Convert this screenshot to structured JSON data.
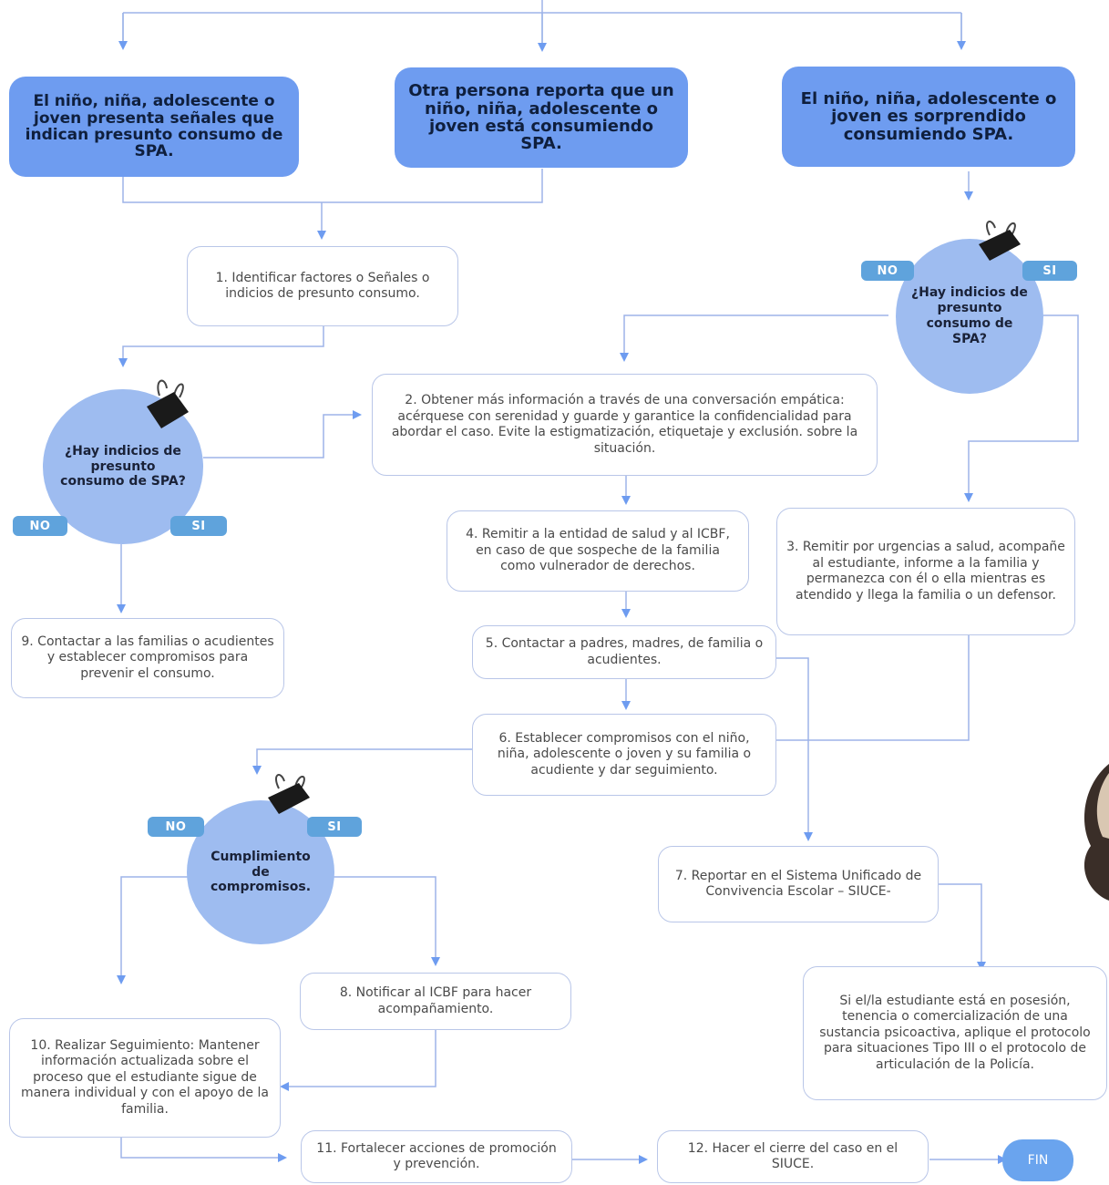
{
  "starts": [
    {
      "id": "start-signs",
      "text": "El niño, niña, adolescente o joven presenta señales que indican presunto consumo de SPA."
    },
    {
      "id": "start-report",
      "text": "Otra persona reporta que un niño, niña, adolescente o joven está consumiendo SPA."
    },
    {
      "id": "start-caught",
      "text": "El niño, niña, adolescente o joven es sorprendido consumiendo SPA."
    }
  ],
  "steps": {
    "s1": "1. Identificar factores o Señales o indicios de presunto consumo.",
    "s2": "2. Obtener más información a través de una conversación empática: acérquese con serenidad y guarde y garantice la confidencialidad para abordar el caso. Evite la estigmatización, etiquetaje y exclusión. sobre la situación.",
    "s3": "3. Remitir por urgencias a salud, acompañe al estudiante, informe a la familia y permanezca con él o ella mientras es atendido y llega la familia o un defensor.",
    "s4": "4. Remitir a la entidad de salud y al ICBF, en caso de que sospeche de la familia como vulnerador de derechos.",
    "s5": "5. Contactar a padres, madres, de familia o acudientes.",
    "s6": "6. Establecer compromisos con el niño, niña, adolescente o joven y su familia o acudiente y dar seguimiento.",
    "s7": "7. Reportar en el Sistema Unificado de Convivencia Escolar – SIUCE-",
    "s8": "8. Notificar al ICBF para hacer acompañamiento.",
    "s9": "9. Contactar a las familias o acudientes y establecer compromisos para prevenir el consumo.",
    "s10": "10. Realizar Seguimiento: Mantener información actualizada sobre el proceso que el estudiante sigue de manera individual y con el apoyo de la familia.",
    "s11": "11. Fortalecer acciones de promoción y prevención.",
    "s12": "12. Hacer el cierre del caso en el SIUCE.",
    "tipo3": "Si el/la estudiante está en posesión, tenencia o comercialización de una sustancia psicoactiva, aplique el protocolo para situaciones Tipo III o el protocolo de articulación de la Policía."
  },
  "decisions": {
    "indicios": "¿Hay indicios de presunto consumo de SPA?",
    "cumplimiento": "Cumplimiento de compromisos."
  },
  "labels": {
    "no": "NO",
    "si": "SI",
    "fin": "FIN"
  },
  "colors": {
    "start_fill": "#6e9cf0",
    "decision_fill": "#9ebcf0",
    "tag_fill": "#5fa3dc",
    "line": "#8eaee6"
  }
}
